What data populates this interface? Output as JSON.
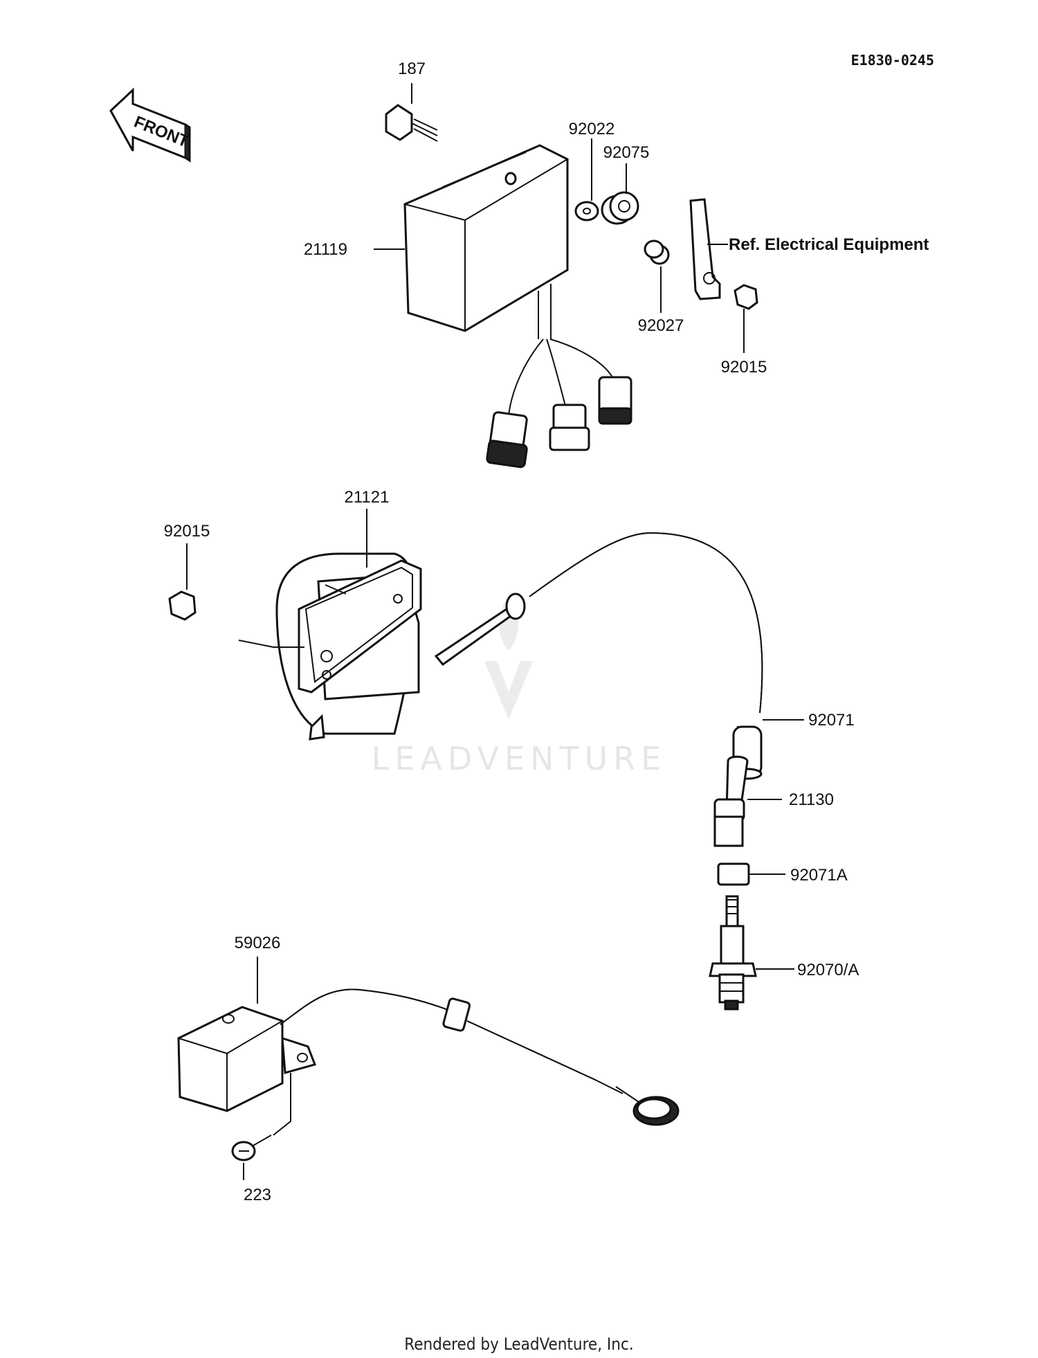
{
  "diagram_code": "E1830-0245",
  "front_arrow_label": "FRONT",
  "reference_note": "Ref. Electrical Equipment",
  "watermark": "LEADVENTURE",
  "footer": "Rendered by LeadVenture, Inc.",
  "parts": [
    {
      "number": "187"
    },
    {
      "number": "92022"
    },
    {
      "number": "92075"
    },
    {
      "number": "21119"
    },
    {
      "number": "92027"
    },
    {
      "number": "92015"
    },
    {
      "number": "21121"
    },
    {
      "number": "92015"
    },
    {
      "number": "92071"
    },
    {
      "number": "21130"
    },
    {
      "number": "92071A"
    },
    {
      "number": "92070/A"
    },
    {
      "number": "59026"
    },
    {
      "number": "223"
    }
  ]
}
